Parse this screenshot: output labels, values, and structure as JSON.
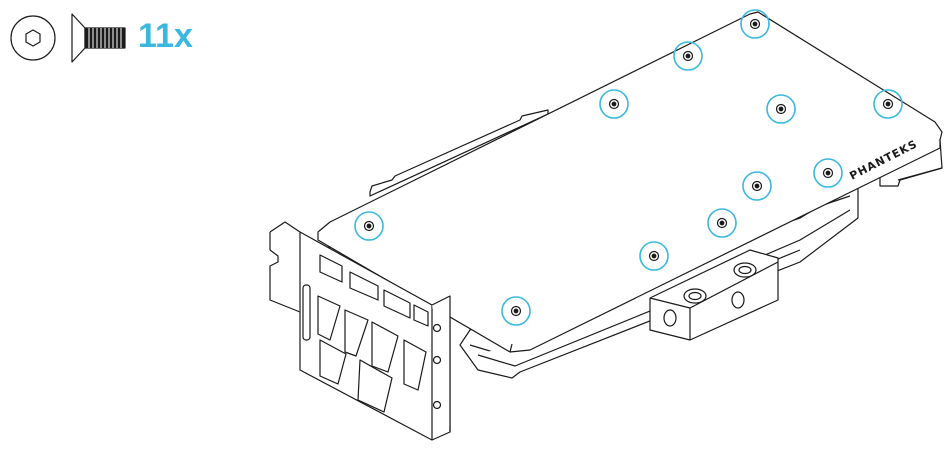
{
  "header": {
    "quantity_label": "11x",
    "screw_head_icon": "hex-socket-icon",
    "screw_icon": "countersunk-screw-icon"
  },
  "diagram": {
    "brand_text": "PHANTEKS",
    "screw_count": 11
  },
  "colors": {
    "accent": "#3bb8e0",
    "line": "#1a1a1a",
    "fill": "#ffffff"
  }
}
